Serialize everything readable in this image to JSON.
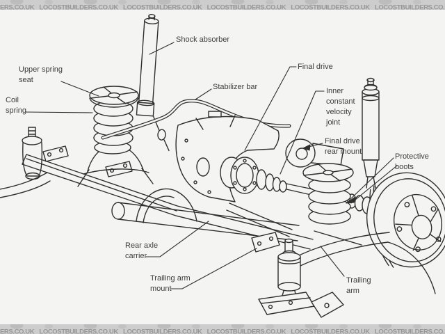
{
  "watermark": {
    "site": "LOCOSTBUILDERS.CO.UK",
    "top_text": "ERS.CO.UK LOCOSTBUILDERS.CO.UK LOCOSTBUILDERS.CO.UK LOCOSTBUILDERS.CO.UK LOCOSTBUILDERS.CO.UK LOCOSTBUILDERS.CO.UK LOCOST",
    "bottom_text": "ERS.CO.UK LOCOSTBUILDERS.CO.UK LOCOSTBUILDERS.CO.UK LOCOSTBUILDERS.CO.UK LOCOSTBUILDERS.CO.UK LOCOSTBUILDERS.CO.UK LOCOST"
  },
  "labels": {
    "shock_absorber": "Shock absorber",
    "upper_spring_seat": "Upper spring\nseat",
    "coil_spring": "Coil\nspring",
    "stabilizer_bar": "Stabilizer bar",
    "final_drive": "Final drive",
    "inner_cv_joint": "Inner\nconstant\nvelocity\njoint",
    "final_drive_rear_mount": "Final drive\nrear mount",
    "protective_boots": "Protective\nboots",
    "rear_axle_carrier": "Rear axle\ncarrier",
    "trailing_arm_mount": "Trailing arm\nmount",
    "trailing_arm": "Trailing\narm"
  },
  "colors": {
    "page_background": "#f4f4f2",
    "line_art": "#2e2e2e",
    "label_text": "#3c3c3c",
    "banner_background": "#cdcdcd",
    "banner_text": "#979797"
  }
}
